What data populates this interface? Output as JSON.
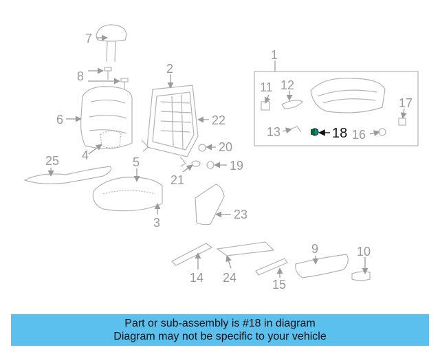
{
  "diagram": {
    "callouts": {
      "c1": "1",
      "c2": "2",
      "c3": "3",
      "c4": "4",
      "c5": "5",
      "c6": "6",
      "c7": "7",
      "c8": "8",
      "c9": "9",
      "c10": "10",
      "c11": "11",
      "c12": "12",
      "c13": "13",
      "c14": "14",
      "c15": "15",
      "c16": "16",
      "c17": "17",
      "c18": "18",
      "c19": "19",
      "c20": "20",
      "c21": "21",
      "c22": "22",
      "c23": "23",
      "c24": "24",
      "c25": "25"
    },
    "highlighted_part": "18",
    "highlight_color": "#0a8f8f"
  },
  "banner": {
    "line1": "Part or sub-assembly is #18 in diagram",
    "line2": "Diagram may not be specific to your vehicle",
    "background": "#5bc0ee"
  }
}
